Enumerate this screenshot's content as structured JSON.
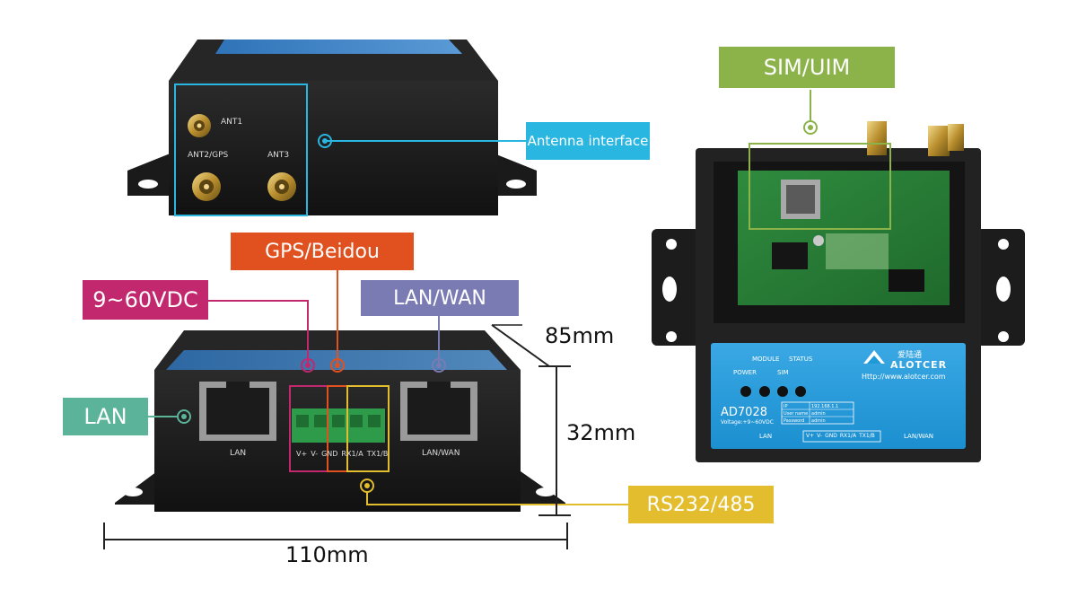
{
  "callouts": {
    "antenna": "Antenna interface",
    "gps": "GPS/Beidou",
    "power": "9~60VDC",
    "lanwan": "LAN/WAN",
    "lan": "LAN",
    "rs232": "RS232/485",
    "sim": "SIM/UIM"
  },
  "dimensions": {
    "depth": "85mm",
    "height": "32mm",
    "width": "110mm"
  },
  "top_device": {
    "ant1": "ANT1",
    "ant2": "ANT2/GPS",
    "ant3": "ANT3"
  },
  "front_device": {
    "lan_port": "LAN",
    "lanwan_port": "LAN/WAN",
    "terminals": [
      "V+",
      "V-",
      "GND",
      "RX1/A",
      "TX1/B"
    ]
  },
  "right_device": {
    "leds": [
      "POWER",
      "MODULE",
      "SIM",
      "STATUS"
    ],
    "brand_cn": "爱陆通",
    "brand": "ALOTCER",
    "url": "Http://www.alotcer.com",
    "model": "AD7028",
    "voltage": "Voltage:+9~60VDC",
    "table": [
      [
        "IP",
        "192.168.1.1"
      ],
      [
        "User name",
        "admin"
      ],
      [
        "Password",
        "admin"
      ]
    ],
    "bottom_lan": "LAN",
    "bottom_terminals": [
      "V+",
      "V-",
      "GND",
      "RX1/A",
      "TX1/B"
    ],
    "bottom_lanwan": "LAN/WAN"
  },
  "colors": {
    "antenna": "#29b6e0",
    "gps": "#e0511f",
    "power": "#c2286e",
    "lanwan": "#7b7bb4",
    "lan": "#5bb49a",
    "rs232": "#e3bd2d",
    "sim": "#8cb34a",
    "device_body": "#1e1e1e",
    "device_top_panel": "#3f7fc0",
    "label_panel": "#1e9ad8"
  }
}
